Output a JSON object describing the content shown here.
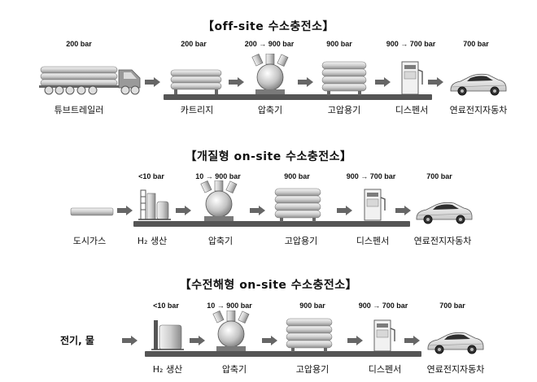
{
  "sections": [
    {
      "title": "【off-site 수소충전소】",
      "stages": [
        {
          "pressure": "200 bar",
          "label": "튜브트레일러",
          "icon": "tube-trailer-icon"
        },
        {
          "pressure": "200 bar",
          "label": "카트리지",
          "icon": "cartridge-icon"
        },
        {
          "pressure": "200 → 900 bar",
          "label": "압축기",
          "icon": "compressor-icon"
        },
        {
          "pressure": "900 bar",
          "label": "고압용기",
          "icon": "pressure-vessel-icon"
        },
        {
          "pressure": "900 → 700 bar",
          "label": "디스펜서",
          "icon": "dispenser-icon"
        },
        {
          "pressure": "700 bar",
          "label": "연료전지자동차",
          "icon": "fuel-cell-car-icon"
        }
      ]
    },
    {
      "title": "【개질형 on-site 수소충전소】",
      "stages": [
        {
          "pressure": "",
          "label": "도시가스",
          "icon": "gas-pipe-icon"
        },
        {
          "pressure": "<10 bar",
          "label": "H₂ 생산",
          "icon": "reformer-icon"
        },
        {
          "pressure": "10 → 900 bar",
          "label": "압축기",
          "icon": "compressor-icon"
        },
        {
          "pressure": "900 bar",
          "label": "고압용기",
          "icon": "pressure-vessel-icon"
        },
        {
          "pressure": "900 → 700 bar",
          "label": "디스펜서",
          "icon": "dispenser-icon"
        },
        {
          "pressure": "700 bar",
          "label": "연료전지자동차",
          "icon": "fuel-cell-car-icon"
        }
      ]
    },
    {
      "title": "【수전해형 on-site 수소충전소】",
      "source_text": "전기, 물",
      "stages": [
        {
          "pressure": "<10 bar",
          "label": "H₂ 생산",
          "icon": "electrolyzer-icon"
        },
        {
          "pressure": "10 → 900 bar",
          "label": "압축기",
          "icon": "compressor-icon"
        },
        {
          "pressure": "900 bar",
          "label": "고압용기",
          "icon": "pressure-vessel-icon"
        },
        {
          "pressure": "900 → 700 bar",
          "label": "디스펜서",
          "icon": "dispenser-icon"
        },
        {
          "pressure": "700 bar",
          "label": "연료전지자동차",
          "icon": "fuel-cell-car-icon"
        }
      ]
    }
  ]
}
